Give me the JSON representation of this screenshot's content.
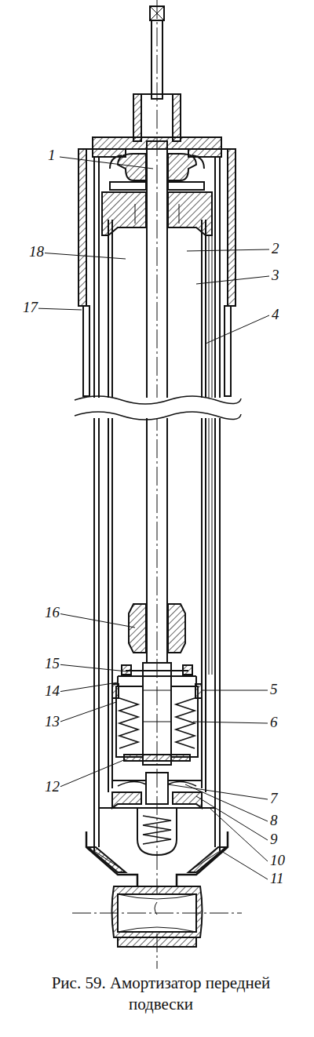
{
  "diagram": {
    "caption": "Рис. 59. Амортизатор передней подвески",
    "labels": [
      "1",
      "18",
      "17",
      "2",
      "3",
      "4",
      "16",
      "15",
      "14",
      "13",
      "5",
      "6",
      "12",
      "7",
      "8",
      "9",
      "10",
      "11"
    ]
  }
}
